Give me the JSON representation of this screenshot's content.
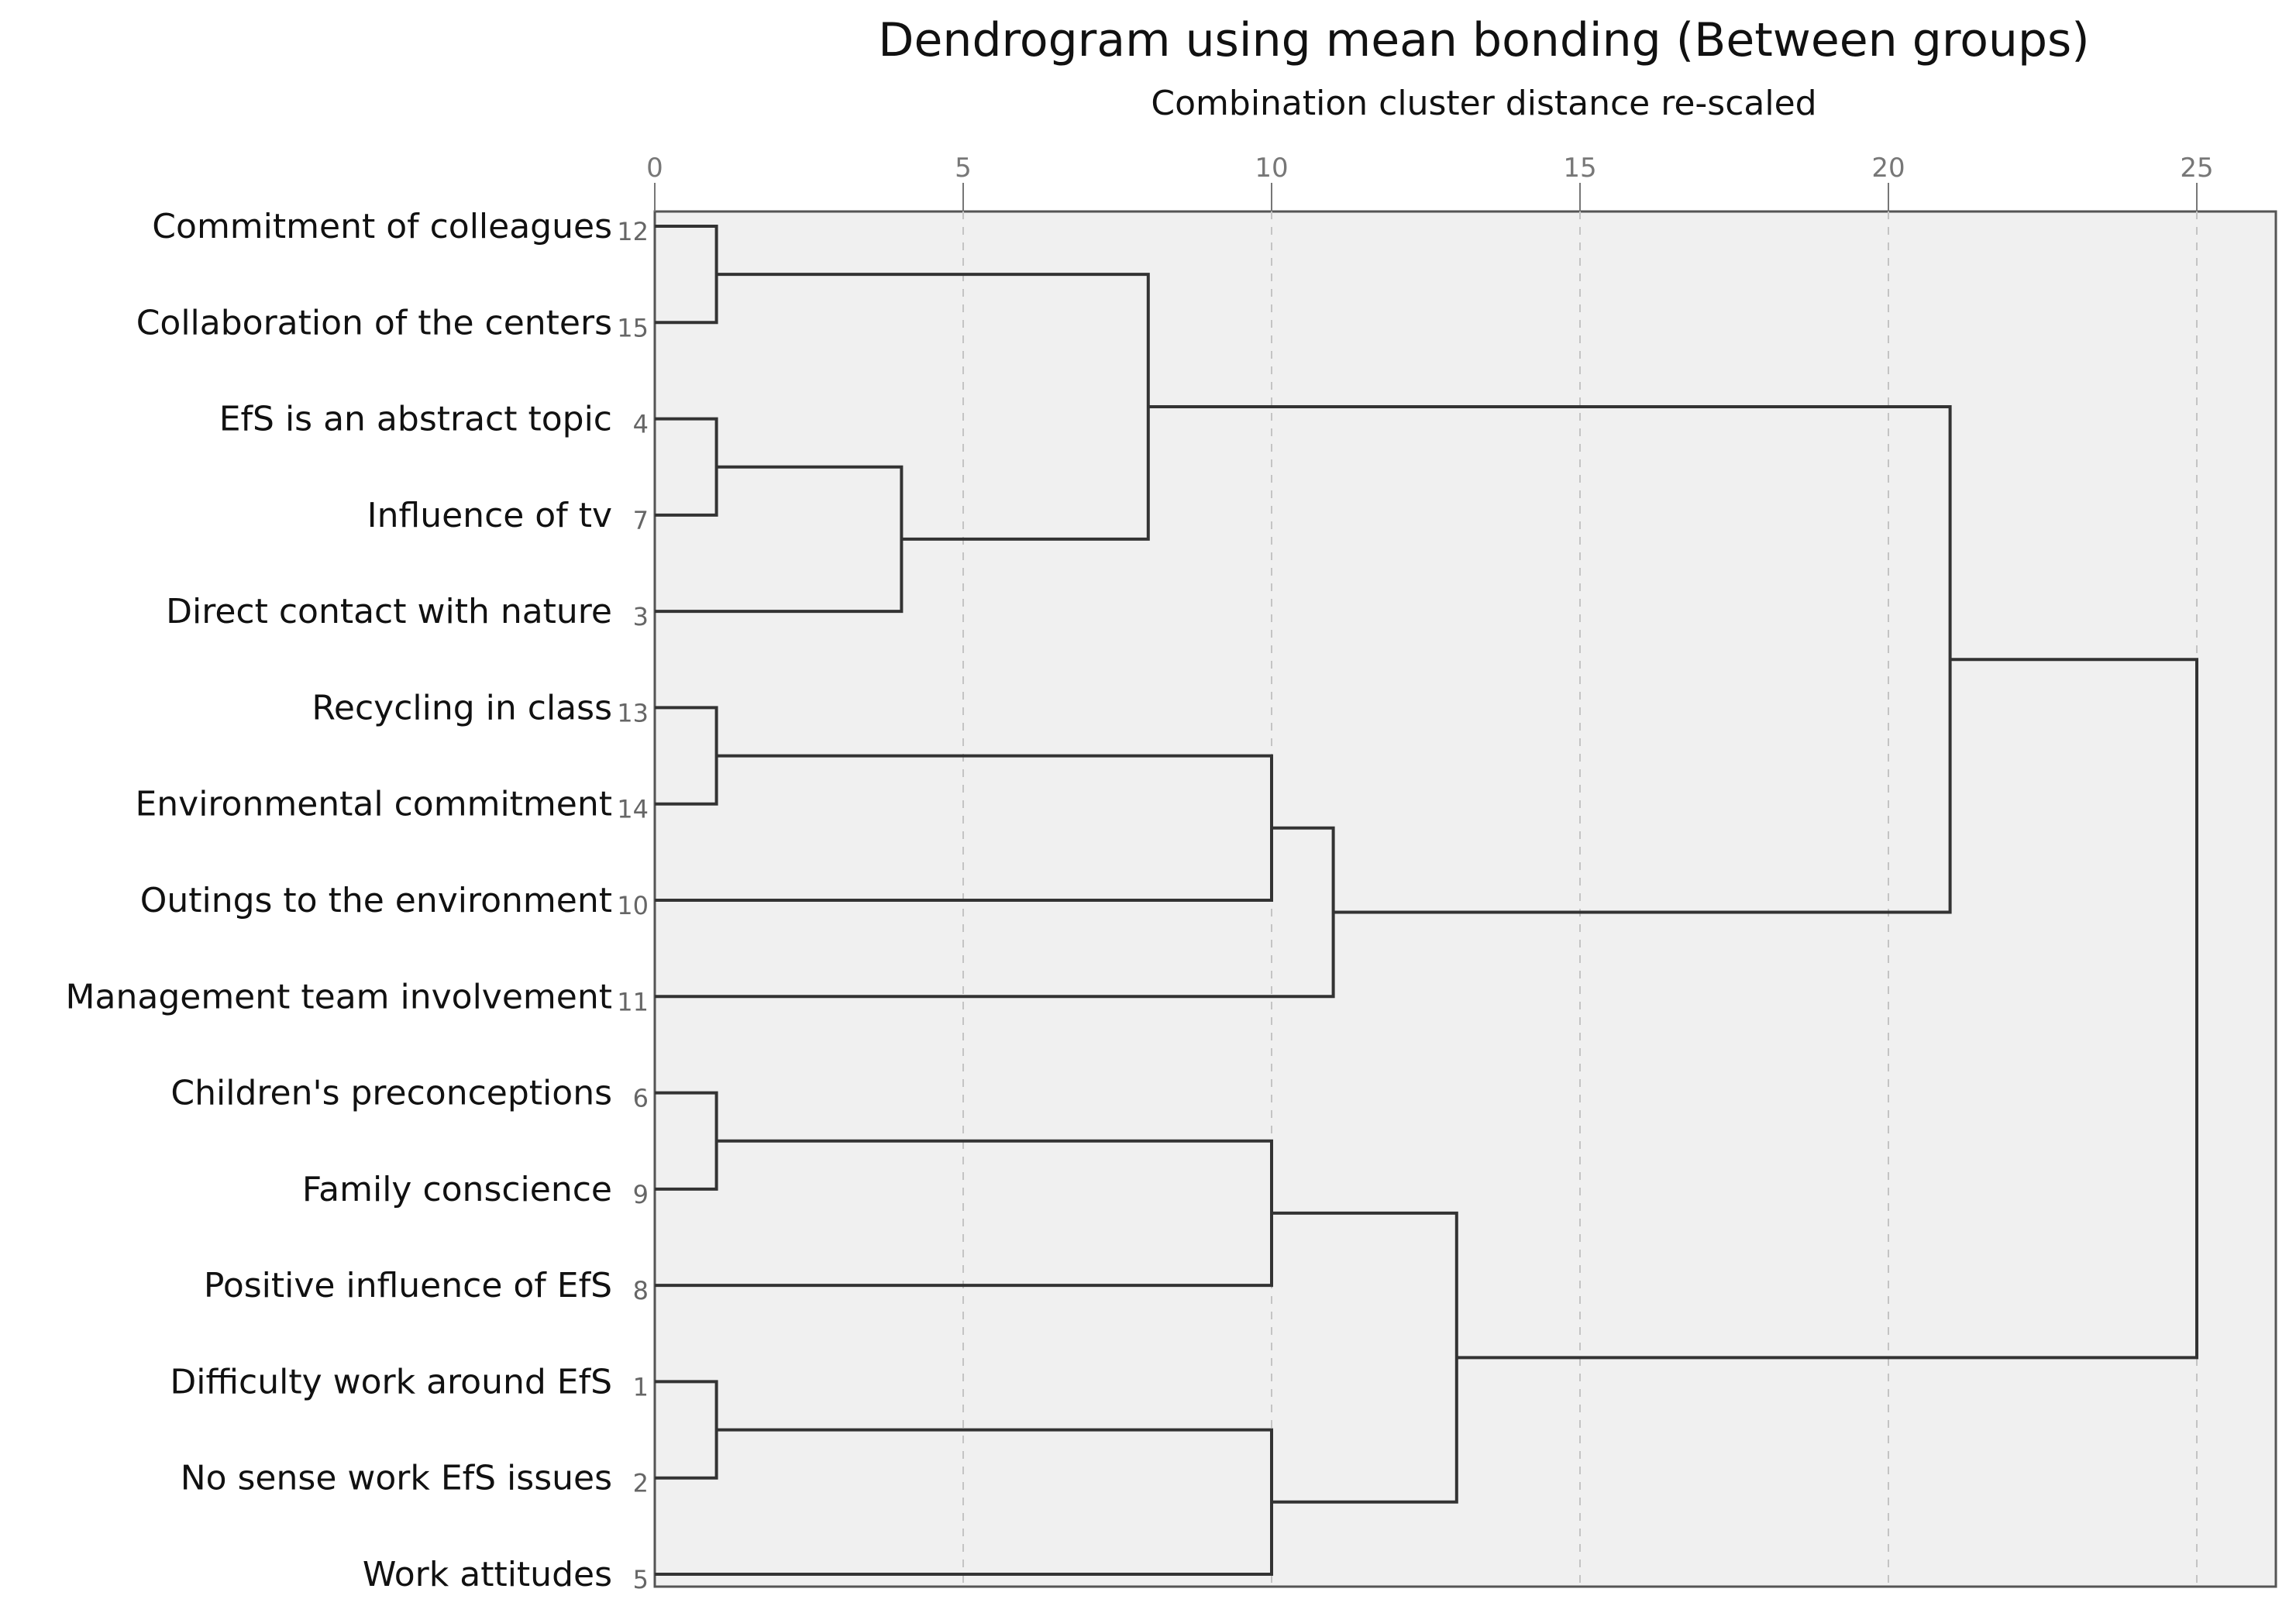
{
  "chart_data": {
    "type": "dendrogram",
    "title": "Dendrogram using mean bonding (Between groups)",
    "subtitle": "Combination cluster distance re-scaled",
    "xlim": [
      0,
      26
    ],
    "ticks": [
      0,
      5,
      10,
      15,
      20,
      25
    ],
    "grid": "vertical dashed",
    "leaves": [
      {
        "label": "Commitment of colleagues",
        "num": "12"
      },
      {
        "label": "Collaboration of the centers",
        "num": "15"
      },
      {
        "label": "EfS is an abstract topic",
        "num": "4"
      },
      {
        "label": "Influence of tv",
        "num": "7"
      },
      {
        "label": "Direct contact with nature",
        "num": "3"
      },
      {
        "label": "Recycling in class",
        "num": "13"
      },
      {
        "label": "Environmental commitment",
        "num": "14"
      },
      {
        "label": "Outings to the environment",
        "num": "10"
      },
      {
        "label": "Management team involvement",
        "num": "11"
      },
      {
        "label": "Children's preconceptions",
        "num": "6"
      },
      {
        "label": "Family conscience",
        "num": "9"
      },
      {
        "label": "Positive influence of EfS",
        "num": "8"
      },
      {
        "label": "Difficulty work around EfS",
        "num": "1"
      },
      {
        "label": "No sense work EfS issues",
        "num": "2"
      },
      {
        "label": "Work attitudes",
        "num": "5"
      }
    ],
    "merges": [
      {
        "a": "L0",
        "b": "L1",
        "height": 1
      },
      {
        "a": "L2",
        "b": "L3",
        "height": 1
      },
      {
        "a": "M1",
        "b": "L4",
        "height": 4
      },
      {
        "a": "M0",
        "b": "M2",
        "height": 8
      },
      {
        "a": "L5",
        "b": "L6",
        "height": 1
      },
      {
        "a": "M4",
        "b": "L7",
        "height": 10
      },
      {
        "a": "M5",
        "b": "L8",
        "height": 11
      },
      {
        "a": "M3",
        "b": "M6",
        "height": 21
      },
      {
        "a": "L9",
        "b": "L10",
        "height": 1
      },
      {
        "a": "M8",
        "b": "L11",
        "height": 10
      },
      {
        "a": "L12",
        "b": "L13",
        "height": 1
      },
      {
        "a": "M10",
        "b": "L14",
        "height": 10
      },
      {
        "a": "M9",
        "b": "M11",
        "height": 13
      },
      {
        "a": "M7",
        "b": "M12",
        "height": 25
      }
    ]
  }
}
